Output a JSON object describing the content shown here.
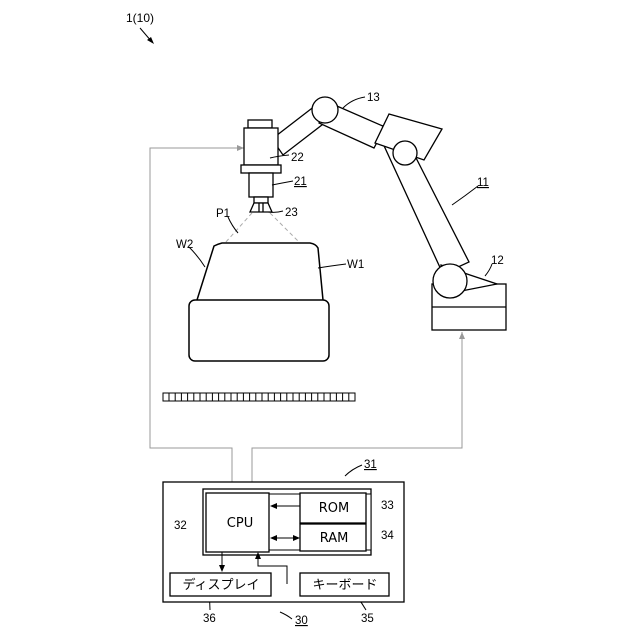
{
  "figure_label": "1(10)",
  "labels": {
    "arm_joint": "13",
    "camera_body": "22",
    "lens": "21",
    "tool_tip": "23",
    "robot": "11",
    "robot_base": "12",
    "point": "P1",
    "surface_w2": "W2",
    "workpiece_w1": "W1",
    "controller_board": "31",
    "cpu_ref": "32",
    "rom_ref": "33",
    "ram_ref": "34",
    "keyboard_ref": "35",
    "display_ref": "36",
    "system_ref": "30"
  },
  "boxes": {
    "cpu": "CPU",
    "rom": "ROM",
    "ram": "RAM",
    "display": "ディスプレイ",
    "keyboard": "キーボード"
  }
}
